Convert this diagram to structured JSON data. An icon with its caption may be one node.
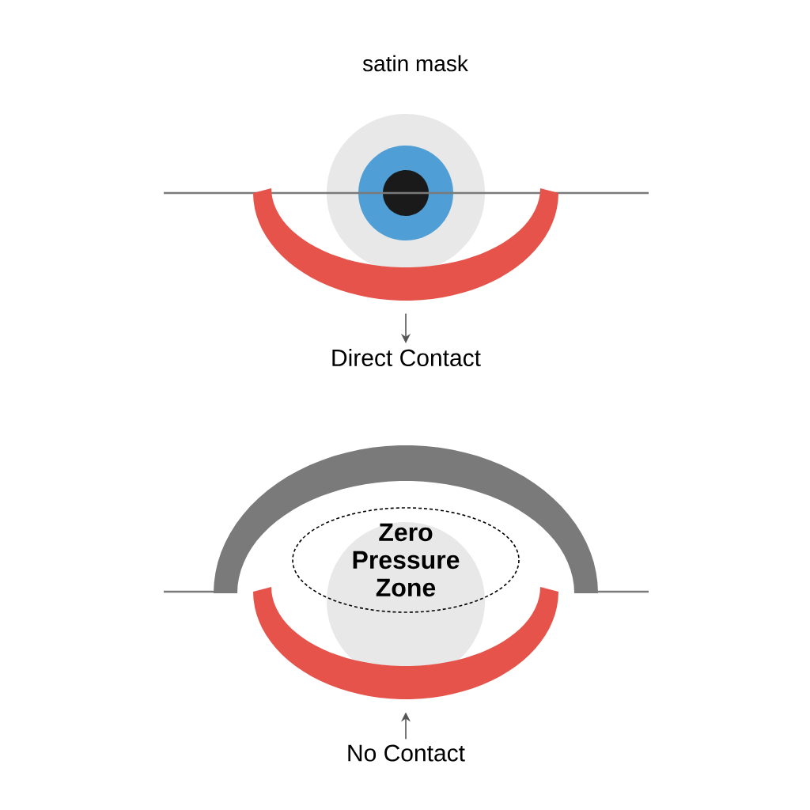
{
  "diagram": {
    "nodes": [
      {
        "text": [],
        "shape": "arc"
      },
      {
        "text": [
          "Direct Contact"
        ]
      },
      {
        "text": [
          "Zero Pressure Zone"
        ]
      },
      {
        "text": [],
        "shape": "arc"
      },
      {
        "text": [
          "No Contact"
        ]
      }
    ],
    "edges": [
      {
        "from": 0,
        "to": 1,
        "arrow": "to"
      },
      {
        "from": 4,
        "to": 3,
        "arrow": "to"
      }
    ],
    "labels": [
      "satin mask"
    ]
  }
}
